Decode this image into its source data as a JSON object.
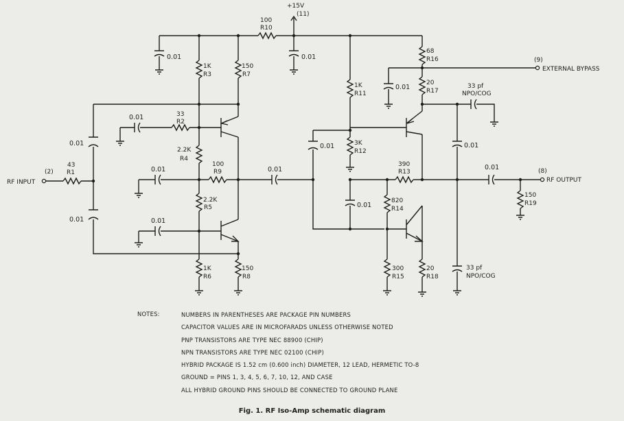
{
  "supply": {
    "label": "+15V",
    "pin": "(11)"
  },
  "pins": {
    "rf_input": {
      "number": "(2)",
      "label": "RF INPUT"
    },
    "external_bypass": {
      "number": "(9)",
      "label": "EXTERNAL BYPASS"
    },
    "rf_output": {
      "number": "(8)",
      "label": "RF OUTPUT"
    }
  },
  "resistors": [
    {
      "id": "R1",
      "value": "43"
    },
    {
      "id": "R2",
      "value": "33"
    },
    {
      "id": "R3",
      "value": "1K"
    },
    {
      "id": "R4",
      "value": "2.2K"
    },
    {
      "id": "R5",
      "value": "2.2K"
    },
    {
      "id": "R6",
      "value": "1K"
    },
    {
      "id": "R7",
      "value": "150"
    },
    {
      "id": "R8",
      "value": "150"
    },
    {
      "id": "R9",
      "value": "100"
    },
    {
      "id": "R10",
      "value": "100"
    },
    {
      "id": "R11",
      "value": "1K"
    },
    {
      "id": "R12",
      "value": "3K"
    },
    {
      "id": "R13",
      "value": "390"
    },
    {
      "id": "R14",
      "value": "820"
    },
    {
      "id": "R15",
      "value": "300"
    },
    {
      "id": "R16",
      "value": "68"
    },
    {
      "id": "R17",
      "value": "20"
    },
    {
      "id": "R18",
      "value": "20"
    },
    {
      "id": "R19",
      "value": "150"
    }
  ],
  "capacitors": {
    "value": "0.01",
    "special": [
      {
        "value": "33 pf",
        "type": "NPO/COG"
      },
      {
        "value": "33 pf",
        "type": "NPO/COG"
      }
    ]
  },
  "notes": {
    "heading": "NOTES:",
    "items": [
      "NUMBERS IN PARENTHESES ARE PACKAGE PIN NUMBERS",
      "CAPACITOR VALUES ARE IN MICROFARADS UNLESS OTHERWISE NOTED",
      "PNP TRANSISTORS ARE TYPE NEC 88900 (CHIP)",
      "NPN TRANSISTORS ARE TYPE NEC 02100 (CHIP)",
      "HYBRID PACKAGE IS 1.52 cm (0.600 inch) DIAMETER, 12 LEAD, HERMETIC TO-8",
      "GROUND = PINS 1, 3, 4, 5, 6, 7, 10, 12, AND CASE",
      "ALL HYBRID GROUND PINS SHOULD BE CONNECTED TO GROUND PLANE"
    ]
  },
  "caption": "Fig. 1. RF Iso-Amp schematic diagram"
}
